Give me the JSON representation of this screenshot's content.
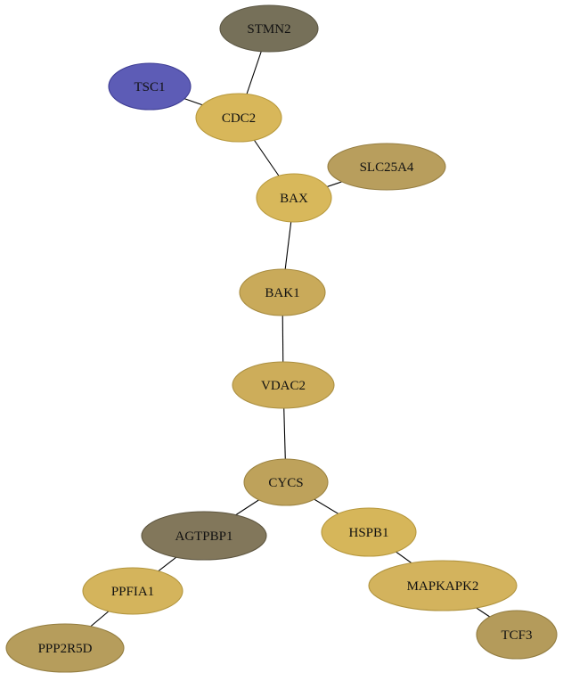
{
  "nodes": [
    {
      "id": "STMN2",
      "label": "STMN2",
      "fill": "#767059",
      "stroke": "#5c5744"
    },
    {
      "id": "TSC1",
      "label": "TSC1",
      "fill": "#5d5cb6",
      "stroke": "#3e3d94"
    },
    {
      "id": "CDC2",
      "label": "CDC2",
      "fill": "#d8b75a",
      "stroke": "#b99a3d"
    },
    {
      "id": "SLC25A4",
      "label": "SLC25A4",
      "fill": "#b89e5d",
      "stroke": "#977f43"
    },
    {
      "id": "BAX",
      "label": "BAX",
      "fill": "#d8b85b",
      "stroke": "#b99a3d"
    },
    {
      "id": "BAK1",
      "label": "BAK1",
      "fill": "#c9aa5a",
      "stroke": "#a88c40"
    },
    {
      "id": "VDAC2",
      "label": "VDAC2",
      "fill": "#cdad5a",
      "stroke": "#ab8f40"
    },
    {
      "id": "CYCS",
      "label": "CYCS",
      "fill": "#bea25b",
      "stroke": "#9d8442"
    },
    {
      "id": "AGTPBP1",
      "label": "AGTPBP1",
      "fill": "#82775b",
      "stroke": "#5e5640"
    },
    {
      "id": "HSPB1",
      "label": "HSPB1",
      "fill": "#d6b65a",
      "stroke": "#b7983d"
    },
    {
      "id": "PPFIA1",
      "label": "PPFIA1",
      "fill": "#d4b45c",
      "stroke": "#b3963f"
    },
    {
      "id": "MAPKAPK2",
      "label": "MAPKAPK2",
      "fill": "#d3b35d",
      "stroke": "#b1943f"
    },
    {
      "id": "PPP2R5D",
      "label": "PPP2R5D",
      "fill": "#b69d5c",
      "stroke": "#947e41"
    },
    {
      "id": "TCF3",
      "label": "TCF3",
      "fill": "#b49b5b",
      "stroke": "#927c40"
    }
  ],
  "edges": [
    [
      "STMN2",
      "CDC2"
    ],
    [
      "TSC1",
      "CDC2"
    ],
    [
      "CDC2",
      "BAX"
    ],
    [
      "SLC25A4",
      "BAX"
    ],
    [
      "BAX",
      "BAK1"
    ],
    [
      "BAK1",
      "VDAC2"
    ],
    [
      "VDAC2",
      "CYCS"
    ],
    [
      "CYCS",
      "AGTPBP1"
    ],
    [
      "CYCS",
      "HSPB1"
    ],
    [
      "AGTPBP1",
      "PPFIA1"
    ],
    [
      "HSPB1",
      "MAPKAPK2"
    ],
    [
      "PPFIA1",
      "PPP2R5D"
    ],
    [
      "MAPKAPK2",
      "TCF3"
    ]
  ]
}
